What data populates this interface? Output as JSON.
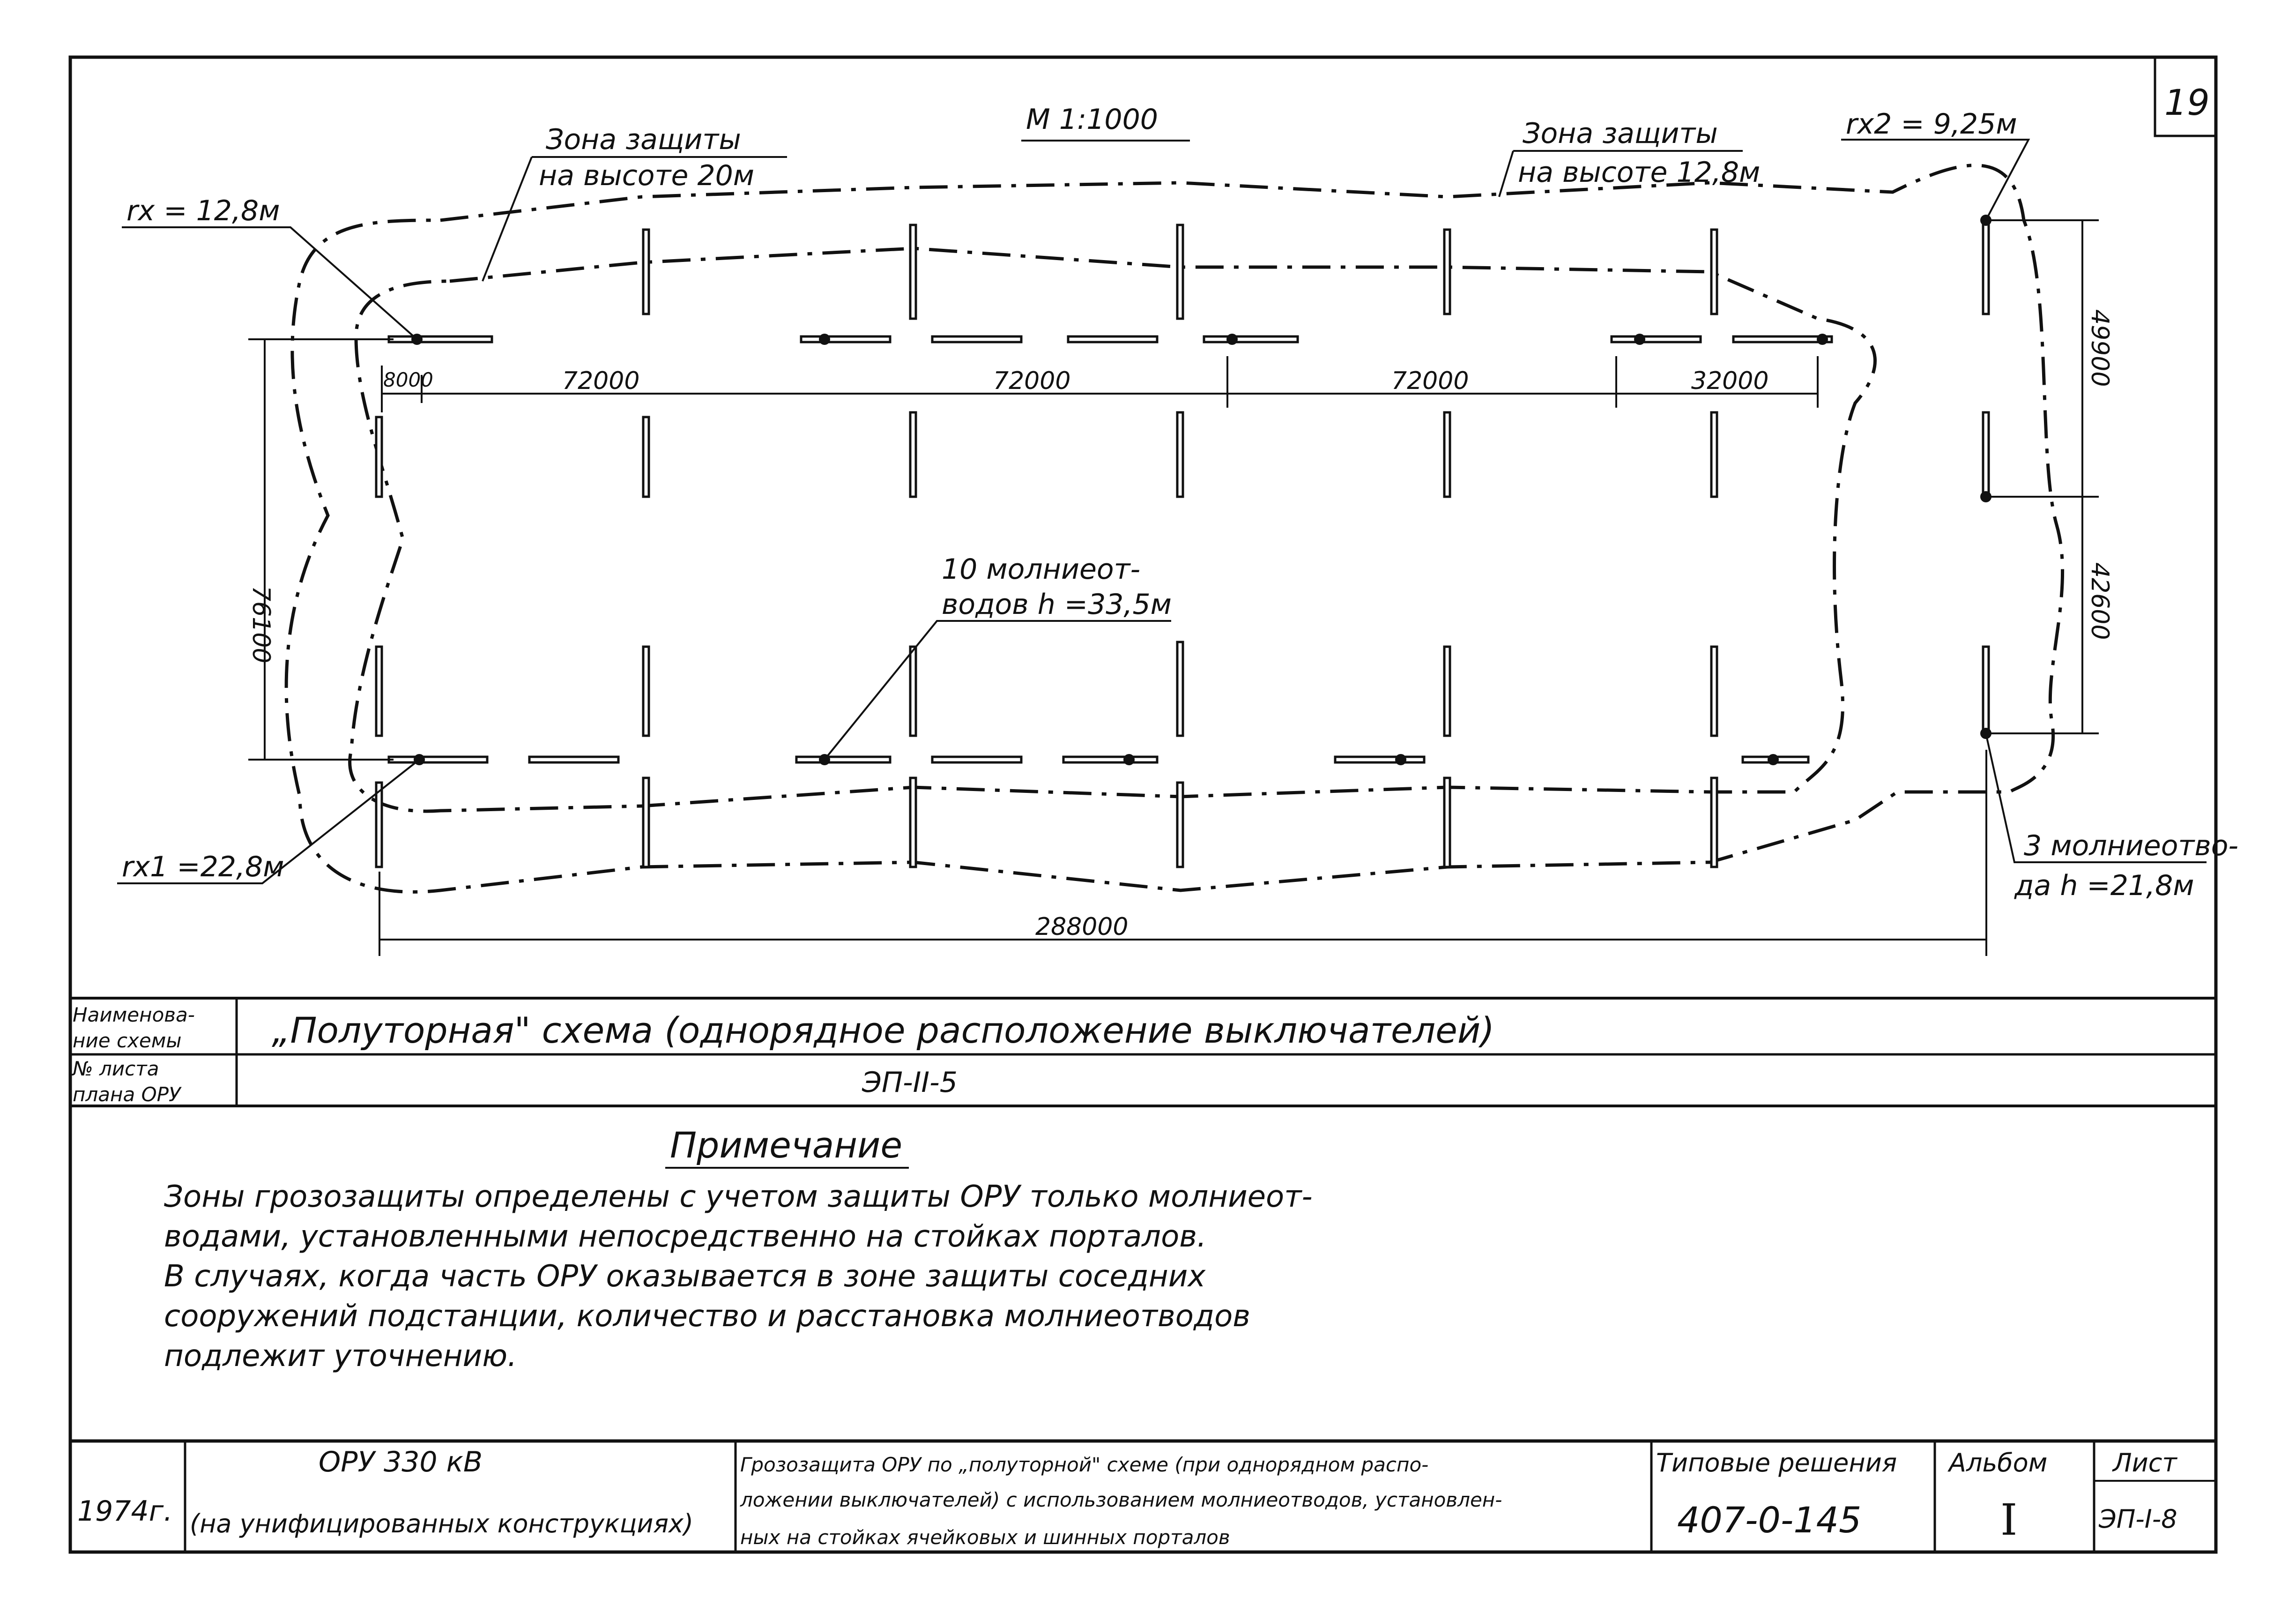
{
  "sheet_number": "19",
  "scale": "М 1:1000",
  "zone_labels": {
    "zone_20_line1": "Зона защиты",
    "zone_20_line2": "на высоте 20м",
    "zone_128_line1": "Зона защиты",
    "zone_128_line2": "на высоте 12,8м",
    "rx_128": "rx = 12,8м",
    "rx2_925": "rx2 = 9,25м",
    "rx1_228": "rx1 =22,8м",
    "lightning_10_line1": "10 молниеот-",
    "lightning_10_line2": "водов h =33,5м",
    "lightning_3_line1": "3 молниеотво-",
    "lightning_3_line2": "да h =21,8м"
  },
  "dimensions": {
    "d_8000": "8000",
    "d_72000_a": "72000",
    "d_72000_b": "72000",
    "d_72000_c": "72000",
    "d_32000": "32000",
    "d_76100": "76100",
    "d_49900": "49900",
    "d_42600": "42600",
    "d_288000": "288000"
  },
  "info_table": {
    "row1_label_line1": "Наименова-",
    "row1_label_line2": "ние схемы",
    "row1_value": "„Полуторная\" схема (однорядное расположение выключателей)",
    "row2_label_line1": "№ листа",
    "row2_label_line2": "плана ОРУ",
    "row2_value": "ЭП-II-5"
  },
  "note": {
    "title": "Примечание",
    "line1": "Зоны грозозащиты определены с учетом защиты ОРУ только молниеот-",
    "line2": "водами, установленными непосредственно на стойках порталов.",
    "line3": "В случаях, когда часть ОРУ оказывается в зоне защиты соседних",
    "line4": "сооружений подстанции, количество и расстановка молниеотводов",
    "line5": "подлежит уточнению."
  },
  "title_block": {
    "year": "1974г.",
    "object_line1": "ОРУ 330 кВ",
    "object_line2": "(на унифицированных конструкциях)",
    "desc_line1": "Грозозащита ОРУ по „полуторной\" схеме (при однорядном распо-",
    "desc_line2": "ложении выключателей) с использованием молниеотводов, установлен-",
    "desc_line3": "ных на стойках ячейковых и шинных порталов",
    "series_label": "Типовые решения",
    "series_value": "407-0-145",
    "album_label": "Альбом",
    "album_value": "I",
    "sheet_label": "Лист",
    "sheet_value": "ЭП-I-8"
  }
}
